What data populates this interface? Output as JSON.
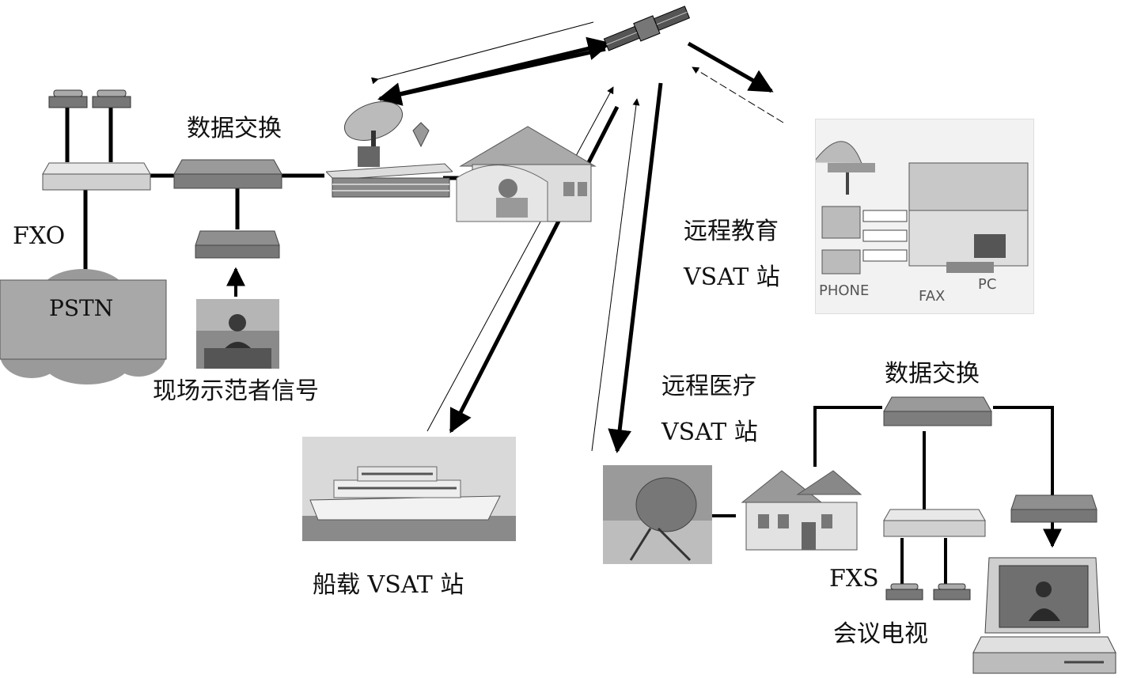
{
  "labels": {
    "data_exchange_left": "数据交换",
    "fxo": "FXO",
    "pstn": "PSTN",
    "demo_signal": "现场示范者信号",
    "edu_line1": "远程教育",
    "edu_line2": "VSAT 站",
    "med_line1": "远程医疗",
    "med_line2": "VSAT 站",
    "ship_station": "船载 VSAT 站",
    "data_exchange_right": "数据交换",
    "fxs": "FXS",
    "video_conf": "会议电视",
    "phone": "PHONE",
    "fax": "FAX",
    "pc": "PC"
  },
  "colors": {
    "line": "#000000",
    "device": "#bdbdbd",
    "cloud": "#9a9a9a",
    "pstn_box": "#a8a8a8",
    "photo": "#7f7f7f"
  }
}
